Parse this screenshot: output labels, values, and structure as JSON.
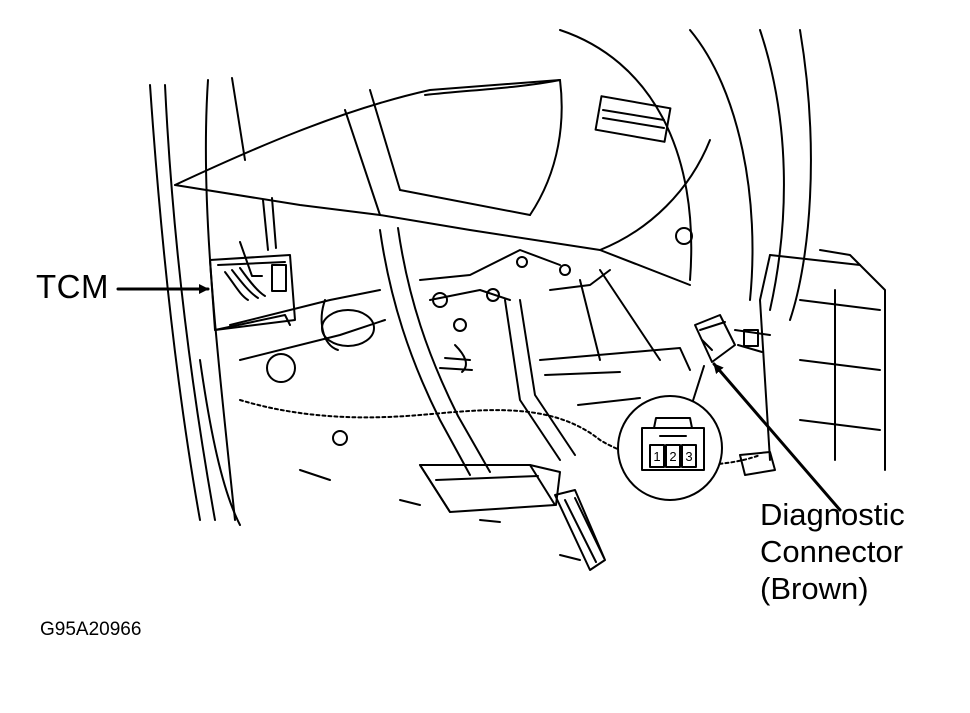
{
  "labels": {
    "tcm": "TCM",
    "diagnostic_line1": "Diagnostic",
    "diagnostic_line2": "Connector",
    "diagnostic_line3": "(Brown)",
    "figure_id": "G95A20966"
  },
  "connector_pins": [
    "1",
    "2",
    "3"
  ],
  "colors": {
    "line": "#000000",
    "background": "#ffffff"
  }
}
